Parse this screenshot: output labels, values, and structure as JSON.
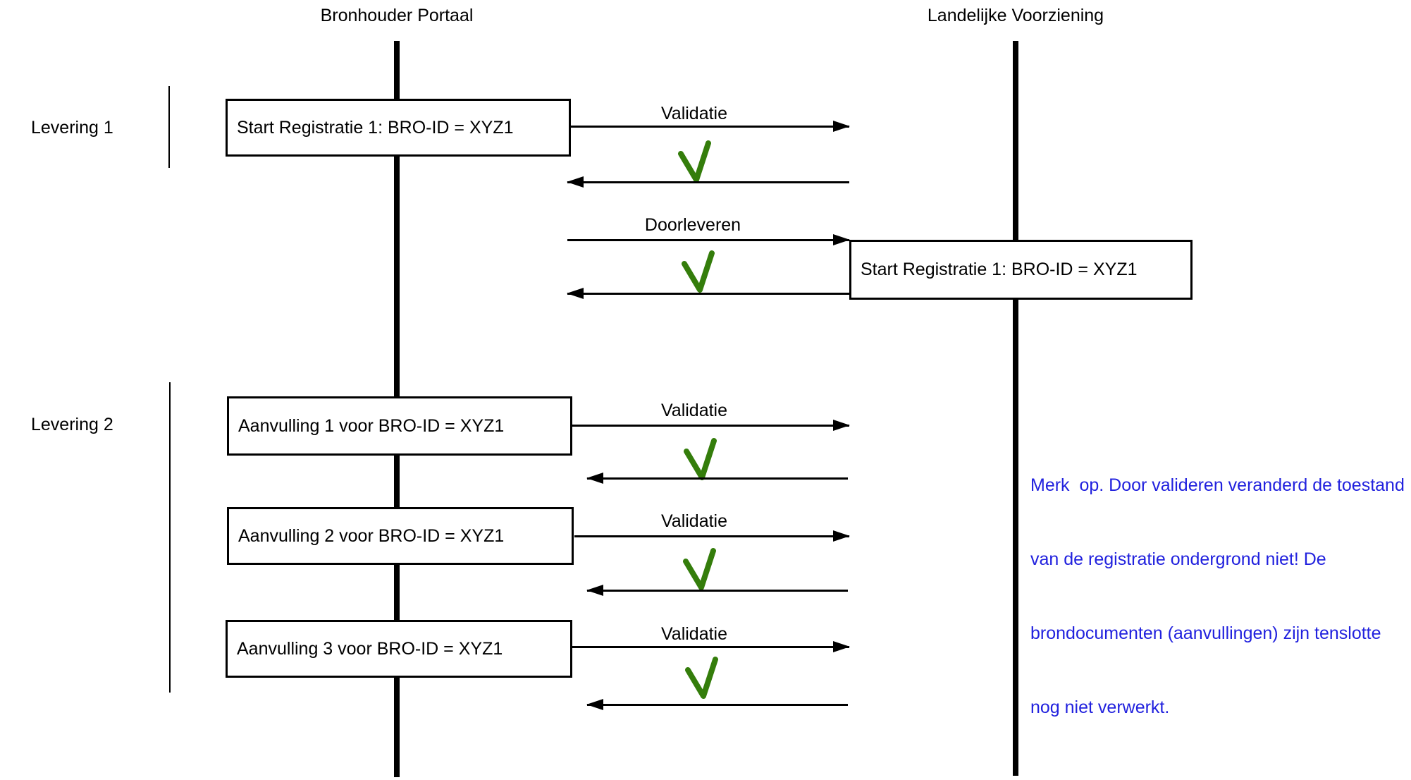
{
  "diagram": {
    "lanes": {
      "left_title": "Bronhouder Portaal",
      "right_title": "Landelijke Voorziening"
    },
    "groups": {
      "levering1_label": "Levering 1",
      "levering2_label": "Levering 2"
    },
    "boxes": {
      "start_registratie_bronhouder": "Start Registratie 1: BRO-ID = XYZ1",
      "start_registratie_landelijk": "Start Registratie 1: BRO-ID = XYZ1",
      "aanvulling_1": "Aanvulling 1 voor BRO-ID = XYZ1",
      "aanvulling_2": "Aanvulling 2 voor BRO-ID = XYZ1",
      "aanvulling_3": "Aanvulling 3 voor BRO-ID = XYZ1"
    },
    "messages": {
      "validatie_1_label": "Validatie",
      "doorleveren_label": "Doorleveren",
      "validatie_2_label": "Validatie",
      "validatie_3_label": "Validatie",
      "validatie_4_label": "Validatie"
    },
    "icons": {
      "checkmark": "green-checkmark"
    },
    "note": {
      "line1": "Merk  op. Door valideren veranderd de toestand",
      "line2": "van de registratie ondergrond niet! De",
      "line3": "brondocumenten (aanvullingen) zijn tenslotte",
      "line4": "nog niet verwerkt."
    },
    "colors": {
      "checkmark_green": "#347D0B",
      "note_blue": "#2121DE",
      "line_black": "#000000"
    }
  }
}
